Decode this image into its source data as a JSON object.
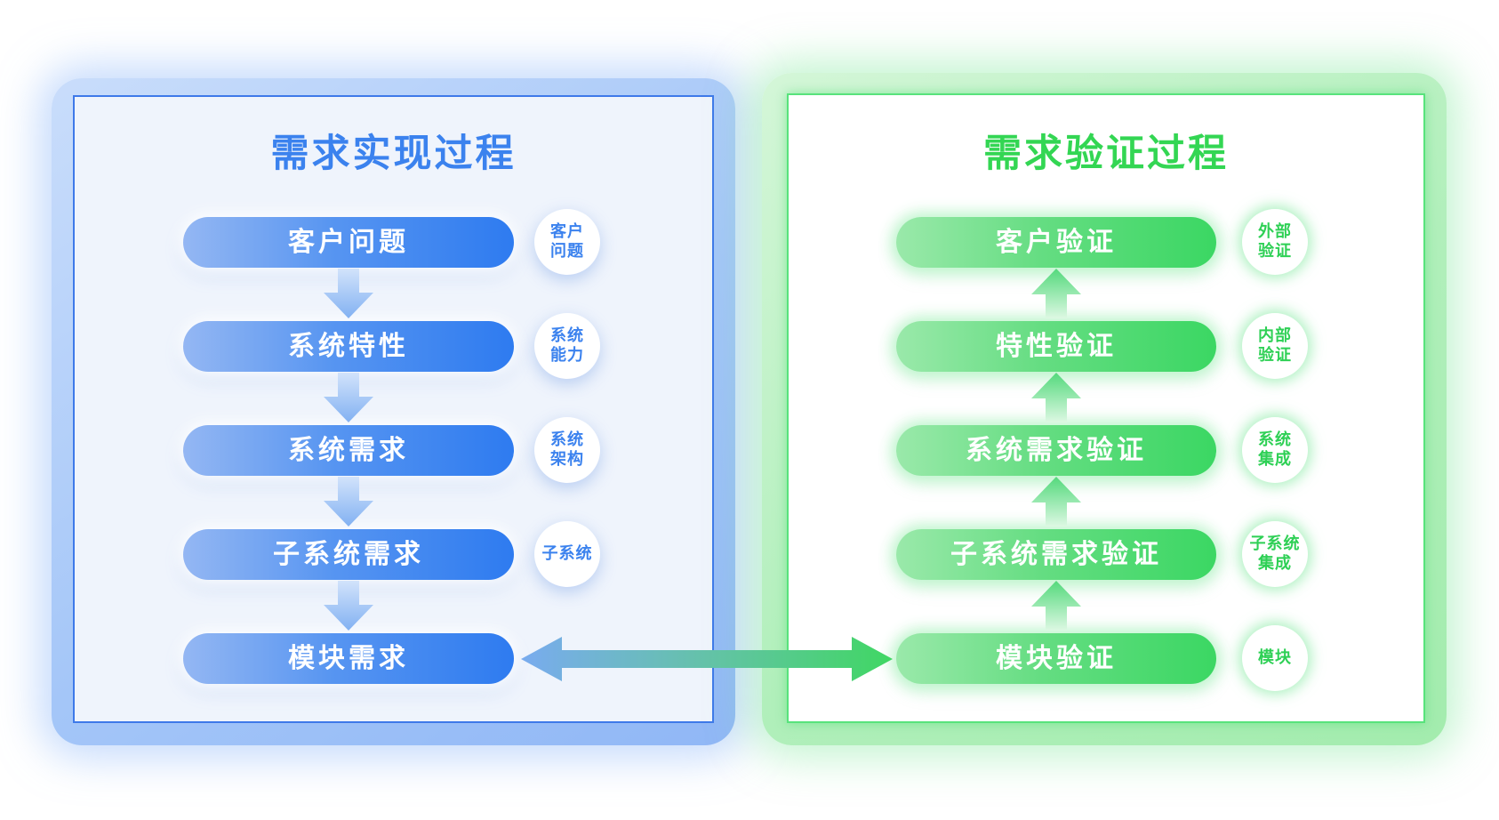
{
  "left_panel": {
    "title": "需求实现过程",
    "steps": [
      {
        "label": "客户问题"
      },
      {
        "label": "系统特性"
      },
      {
        "label": "系统需求"
      },
      {
        "label": "子系统需求"
      },
      {
        "label": "模块需求"
      }
    ],
    "badges": [
      {
        "line1": "客户",
        "line2": "问题"
      },
      {
        "line1": "系统",
        "line2": "能力"
      },
      {
        "line1": "系统",
        "line2": "架构"
      },
      {
        "line1": "子系统"
      }
    ]
  },
  "right_panel": {
    "title": "需求验证过程",
    "steps": [
      {
        "label": "客户验证"
      },
      {
        "label": "特性验证"
      },
      {
        "label": "系统需求验证"
      },
      {
        "label": "子系统需求验证"
      },
      {
        "label": "模块验证"
      }
    ],
    "badges": [
      {
        "line1": "外部",
        "line2": "验证"
      },
      {
        "line1": "内部",
        "line2": "验证"
      },
      {
        "line1": "系统",
        "line2": "集成"
      },
      {
        "line1": "子系统",
        "line2": "集成"
      },
      {
        "line1": "模块"
      }
    ]
  },
  "icons": {
    "down_arrow": "down-arrow",
    "up_arrow": "up-arrow",
    "link_arrow": "bidirectional-arrow"
  },
  "colors": {
    "blue_title": "#3b82ee",
    "blue_pill_start": "#94b7f3",
    "blue_pill_end": "#2e7bf0",
    "blue_inner_border": "#3e79e9",
    "blue_inner_fill": "#eff4fc",
    "green_title": "#33d653",
    "green_pill_start": "#9ae9aa",
    "green_pill_end": "#3bd763",
    "green_inner_border": "#58e37c",
    "down_arrow": "#82b1f2",
    "up_arrow": "#54d97c",
    "link_arrow_start": "#79abef",
    "link_arrow_end": "#40d763"
  }
}
